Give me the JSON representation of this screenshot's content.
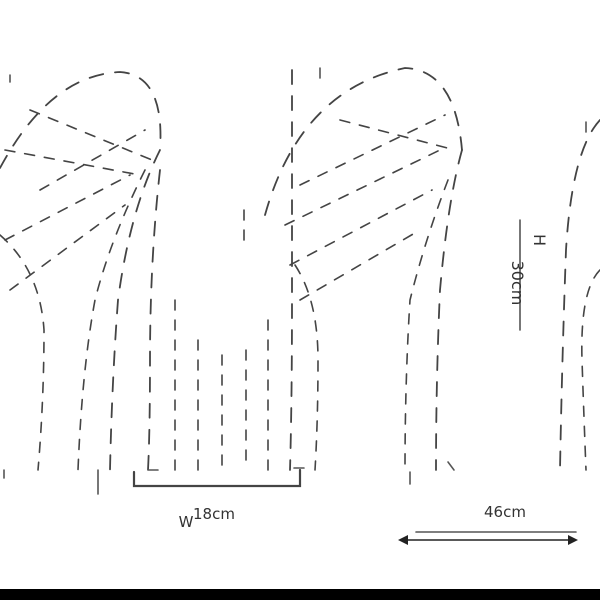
{
  "labels": {
    "width_value_left": "18cm",
    "width_label_left": "W",
    "width_value_right": "46cm",
    "height_label": "H",
    "height_value": "30cm"
  },
  "colors": {
    "line": "#444444",
    "text": "#333333",
    "background": "#ffffff",
    "bottom_bar": "#000000"
  }
}
